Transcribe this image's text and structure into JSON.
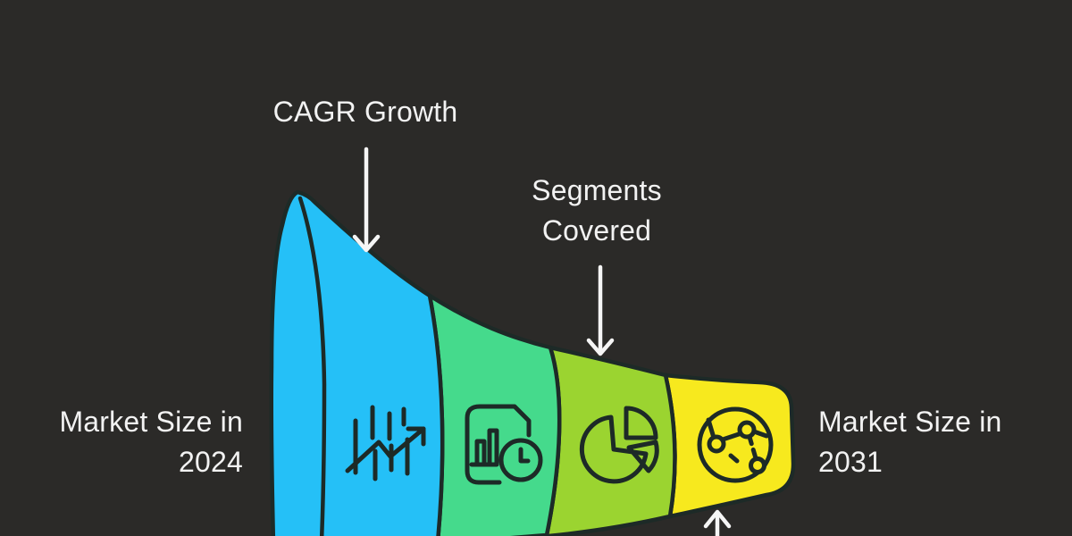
{
  "canvas": {
    "background": "#2b2a28"
  },
  "colors": {
    "outline": "#1d2a27",
    "text": "#f2f2f2",
    "arrow": "#f5f5f5"
  },
  "funnel": {
    "stages": [
      {
        "id": "market-size-2024",
        "color": "#25c0f7",
        "icon": "trend-chart-icon"
      },
      {
        "id": "cagr-growth",
        "color": "#45da8c",
        "icon": "report-clock-icon"
      },
      {
        "id": "segments-covered",
        "color": "#9bd430",
        "icon": "pie-chart-icon"
      },
      {
        "id": "market-size-2031",
        "color": "#f7e91e",
        "icon": "globe-network-icon"
      }
    ]
  },
  "labels": {
    "cagr_growth": "CAGR Growth",
    "segments_covered_line1": "Segments",
    "segments_covered_line2": "Covered",
    "market_2024_line1": "Market Size in",
    "market_2024_line2": "2024",
    "market_2031_line1": "Market Size in",
    "market_2031_line2": "2031"
  }
}
